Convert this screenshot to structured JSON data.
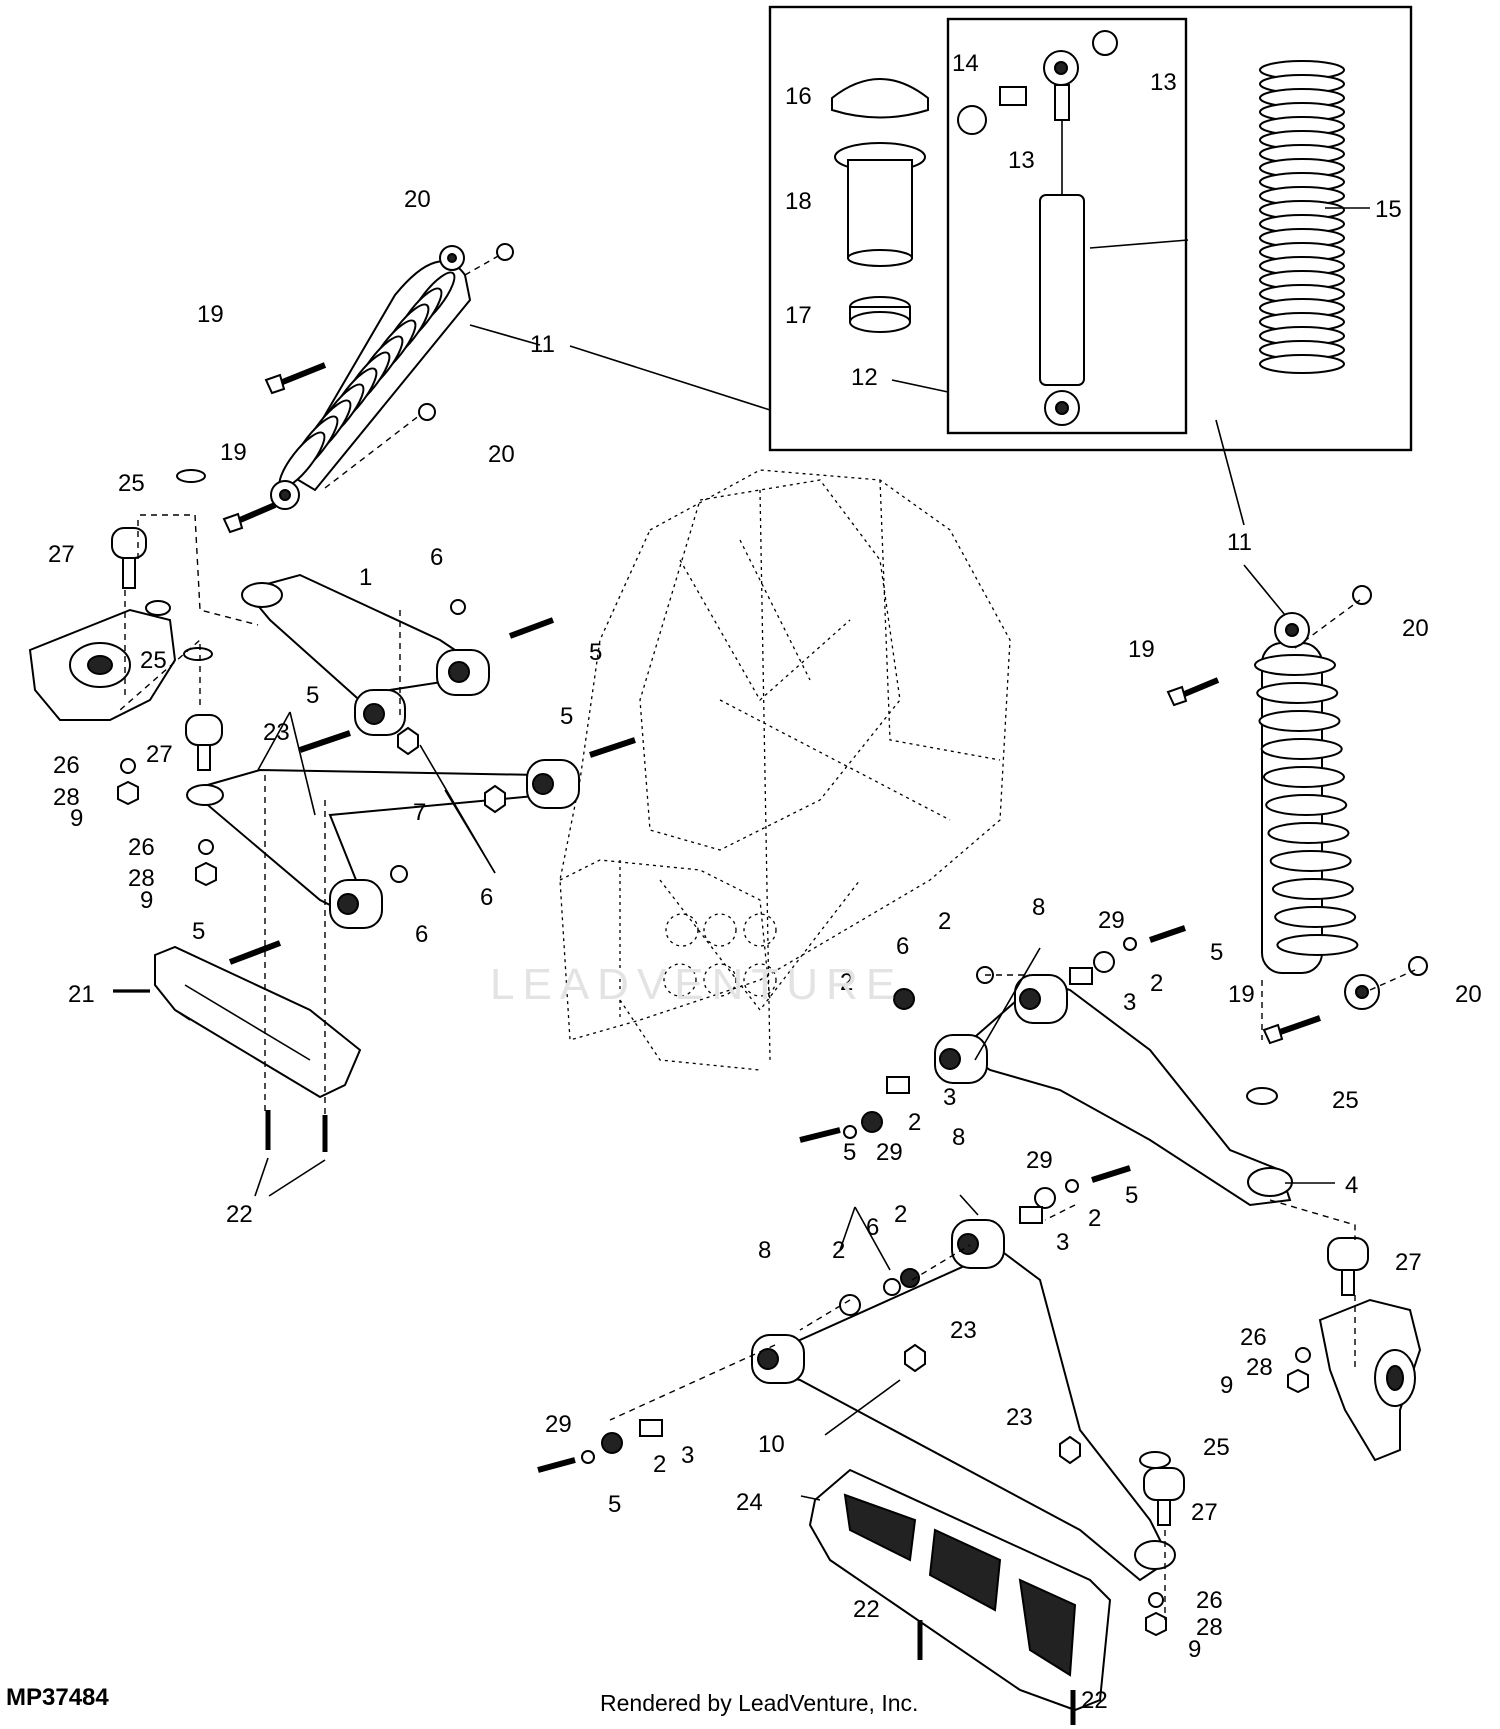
{
  "figure_code": "MP37484",
  "credit": "Rendered by LeadVenture, Inc.",
  "watermark": "LEADVENTURE",
  "callouts": [
    {
      "id": "c1",
      "text": "1"
    },
    {
      "id": "c2a",
      "text": "2"
    },
    {
      "id": "c2b",
      "text": "2"
    },
    {
      "id": "c2c",
      "text": "2"
    },
    {
      "id": "c2d",
      "text": "2"
    },
    {
      "id": "c2e",
      "text": "2"
    },
    {
      "id": "c2f",
      "text": "2"
    },
    {
      "id": "c2g",
      "text": "2"
    },
    {
      "id": "c2h",
      "text": "2"
    },
    {
      "id": "c3a",
      "text": "3"
    },
    {
      "id": "c3b",
      "text": "3"
    },
    {
      "id": "c3c",
      "text": "3"
    },
    {
      "id": "c3d",
      "text": "3"
    },
    {
      "id": "c4",
      "text": "4"
    },
    {
      "id": "c5a",
      "text": "5"
    },
    {
      "id": "c5b",
      "text": "5"
    },
    {
      "id": "c5c",
      "text": "5"
    },
    {
      "id": "c5d",
      "text": "5"
    },
    {
      "id": "c5e",
      "text": "5"
    },
    {
      "id": "c5f",
      "text": "5"
    },
    {
      "id": "c5g",
      "text": "5"
    },
    {
      "id": "c5h",
      "text": "5"
    },
    {
      "id": "c6a",
      "text": "6"
    },
    {
      "id": "c6b",
      "text": "6"
    },
    {
      "id": "c6c",
      "text": "6"
    },
    {
      "id": "c6d",
      "text": "6"
    },
    {
      "id": "c6e",
      "text": "6"
    },
    {
      "id": "c7",
      "text": "7"
    },
    {
      "id": "c8a",
      "text": "8"
    },
    {
      "id": "c8b",
      "text": "8"
    },
    {
      "id": "c8c",
      "text": "8"
    },
    {
      "id": "c9a",
      "text": "9"
    },
    {
      "id": "c9b",
      "text": "9"
    },
    {
      "id": "c9c",
      "text": "9"
    },
    {
      "id": "c9d",
      "text": "9"
    },
    {
      "id": "c10",
      "text": "10"
    },
    {
      "id": "c11a",
      "text": "11"
    },
    {
      "id": "c11b",
      "text": "11"
    },
    {
      "id": "c12",
      "text": "12"
    },
    {
      "id": "c13a",
      "text": "13"
    },
    {
      "id": "c13b",
      "text": "13"
    },
    {
      "id": "c14",
      "text": "14"
    },
    {
      "id": "c15",
      "text": "15"
    },
    {
      "id": "c16",
      "text": "16"
    },
    {
      "id": "c17",
      "text": "17"
    },
    {
      "id": "c18",
      "text": "18"
    },
    {
      "id": "c19a",
      "text": "19"
    },
    {
      "id": "c19b",
      "text": "19"
    },
    {
      "id": "c19c",
      "text": "19"
    },
    {
      "id": "c19d",
      "text": "19"
    },
    {
      "id": "c20a",
      "text": "20"
    },
    {
      "id": "c20b",
      "text": "20"
    },
    {
      "id": "c20c",
      "text": "20"
    },
    {
      "id": "c20d",
      "text": "20"
    },
    {
      "id": "c21",
      "text": "21"
    },
    {
      "id": "c22a",
      "text": "22"
    },
    {
      "id": "c22b",
      "text": "22"
    },
    {
      "id": "c22c",
      "text": "22"
    },
    {
      "id": "c23a",
      "text": "23"
    },
    {
      "id": "c23b",
      "text": "23"
    },
    {
      "id": "c23c",
      "text": "23"
    },
    {
      "id": "c24",
      "text": "24"
    },
    {
      "id": "c25a",
      "text": "25"
    },
    {
      "id": "c25b",
      "text": "25"
    },
    {
      "id": "c25c",
      "text": "25"
    },
    {
      "id": "c25d",
      "text": "25"
    },
    {
      "id": "c26a",
      "text": "26"
    },
    {
      "id": "c26b",
      "text": "26"
    },
    {
      "id": "c26c",
      "text": "26"
    },
    {
      "id": "c26d",
      "text": "26"
    },
    {
      "id": "c27a",
      "text": "27"
    },
    {
      "id": "c27b",
      "text": "27"
    },
    {
      "id": "c27c",
      "text": "27"
    },
    {
      "id": "c27d",
      "text": "27"
    },
    {
      "id": "c28a",
      "text": "28"
    },
    {
      "id": "c28b",
      "text": "28"
    },
    {
      "id": "c28c",
      "text": "28"
    },
    {
      "id": "c28d",
      "text": "28"
    },
    {
      "id": "c29a",
      "text": "29"
    },
    {
      "id": "c29b",
      "text": "29"
    },
    {
      "id": "c29c",
      "text": "29"
    },
    {
      "id": "c29d",
      "text": "29"
    }
  ]
}
